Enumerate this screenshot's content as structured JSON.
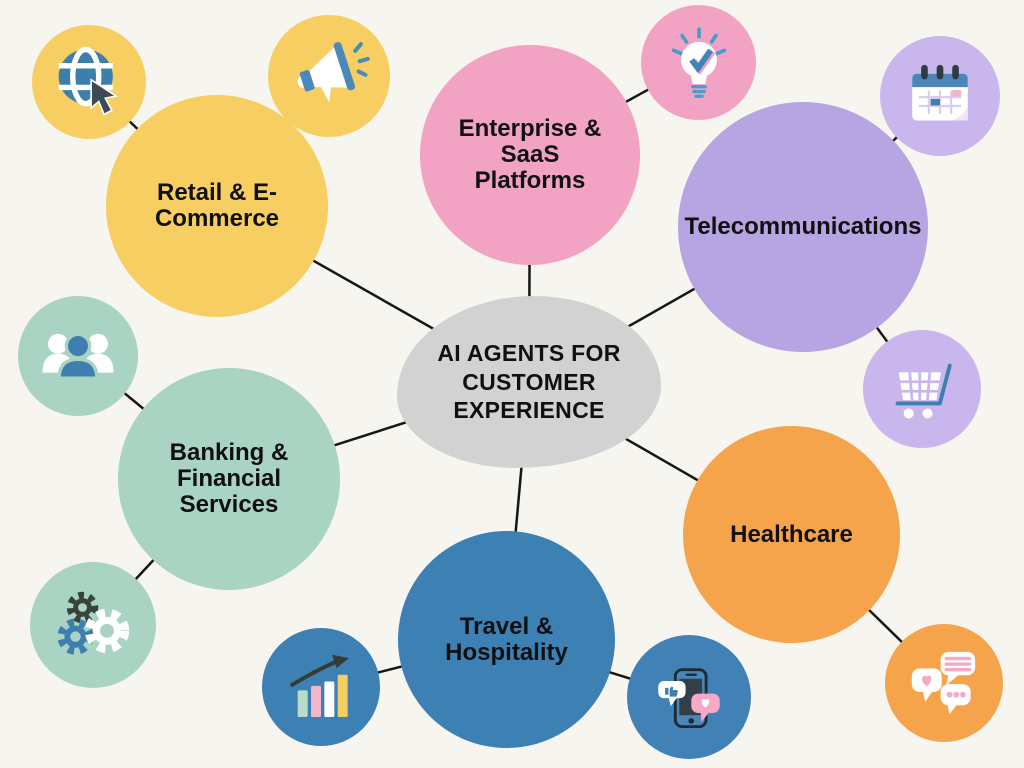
{
  "title": "AI agents for customer experience mind map",
  "background_color": "#f7f5ef",
  "connector_color": "#161616",
  "center": {
    "label": "AI AGENTS FOR\nCUSTOMER\nEXPERIENCE",
    "color": "#d2d2d2"
  },
  "branches": [
    {
      "id": "retail",
      "label": "Retail & E-\nCommerce",
      "color": "#f6ce62",
      "satellites": [
        {
          "icon": "globe-cursor-icon",
          "color": "#f6ce62"
        },
        {
          "icon": "megaphone-icon",
          "color": "#f6ce62"
        }
      ]
    },
    {
      "id": "enterprise",
      "label": "Enterprise &\nSaaS\nPlatforms",
      "color": "#f2a3c4",
      "satellites": [
        {
          "icon": "lightbulb-check-icon",
          "color": "#f2a3c4"
        }
      ]
    },
    {
      "id": "telecom",
      "label": "Telecommunications",
      "color": "#b7a4e2",
      "satellites": [
        {
          "icon": "calendar-icon",
          "color": "#c9b6ec"
        },
        {
          "icon": "shopping-cart-icon",
          "color": "#c9b6ec"
        }
      ]
    },
    {
      "id": "banking",
      "label": "Banking &\nFinancial\nServices",
      "color": "#a9d3c2",
      "satellites": [
        {
          "icon": "team-icon",
          "color": "#a9d3c2"
        },
        {
          "icon": "gears-icon",
          "color": "#a9d3c2"
        }
      ]
    },
    {
      "id": "healthcare",
      "label": "Healthcare",
      "color": "#f6a44b",
      "satellites": [
        {
          "icon": "chat-bubbles-icon",
          "color": "#f6a44b"
        }
      ]
    },
    {
      "id": "travel",
      "label": "Travel &\nHospitality",
      "color": "#3d80b4",
      "satellites": [
        {
          "icon": "bar-chart-icon",
          "color": "#3d80b4"
        },
        {
          "icon": "phone-social-icon",
          "color": "#4281b5"
        }
      ]
    }
  ]
}
